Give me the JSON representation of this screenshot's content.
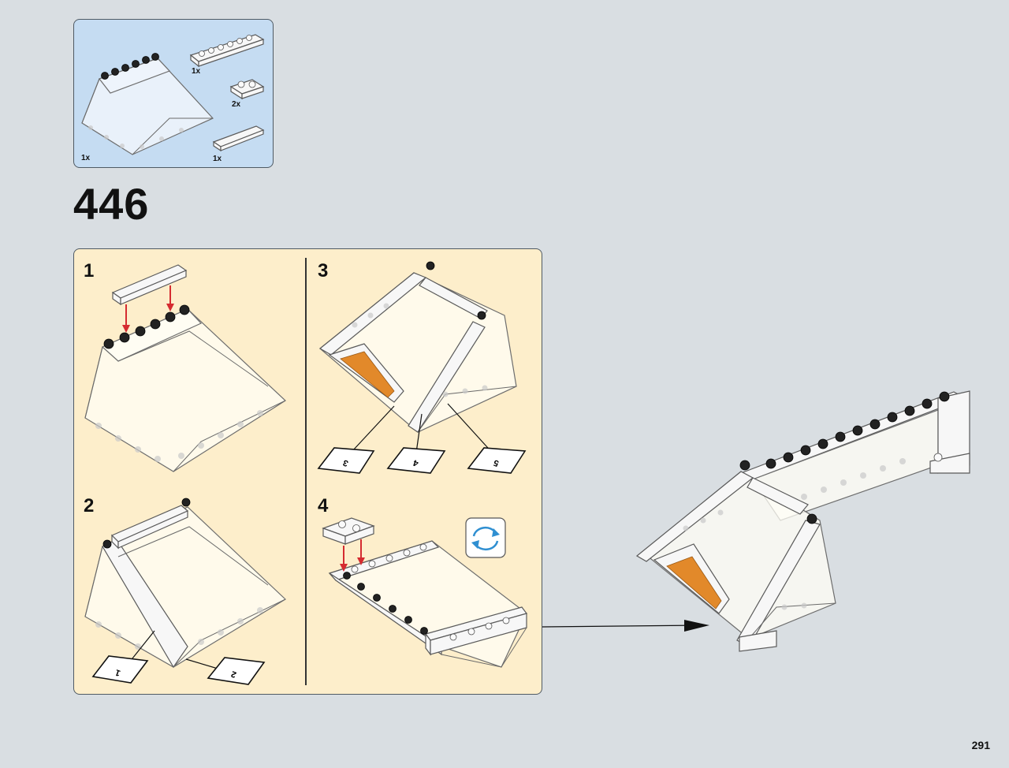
{
  "parts_list": {
    "items": [
      {
        "id": "windscreen",
        "qty": "1x",
        "icon": "windscreen-piece-icon"
      },
      {
        "id": "plate-1x6",
        "qty": "1x",
        "icon": "plate-1x6-icon"
      },
      {
        "id": "plate-1x2",
        "qty": "2x",
        "icon": "plate-1x2-icon"
      },
      {
        "id": "tile-1x4",
        "qty": "1x",
        "icon": "tile-1x4-icon"
      }
    ],
    "background": "#c5dcf2"
  },
  "step": {
    "number": "446"
  },
  "sub_steps": [
    {
      "label": "1"
    },
    {
      "label": "2"
    },
    {
      "label": "3"
    },
    {
      "label": "4"
    }
  ],
  "stickers": [
    "1",
    "2",
    "3",
    "4",
    "5"
  ],
  "sub_panel_color": "#fdeecb",
  "page": {
    "number": "291"
  }
}
